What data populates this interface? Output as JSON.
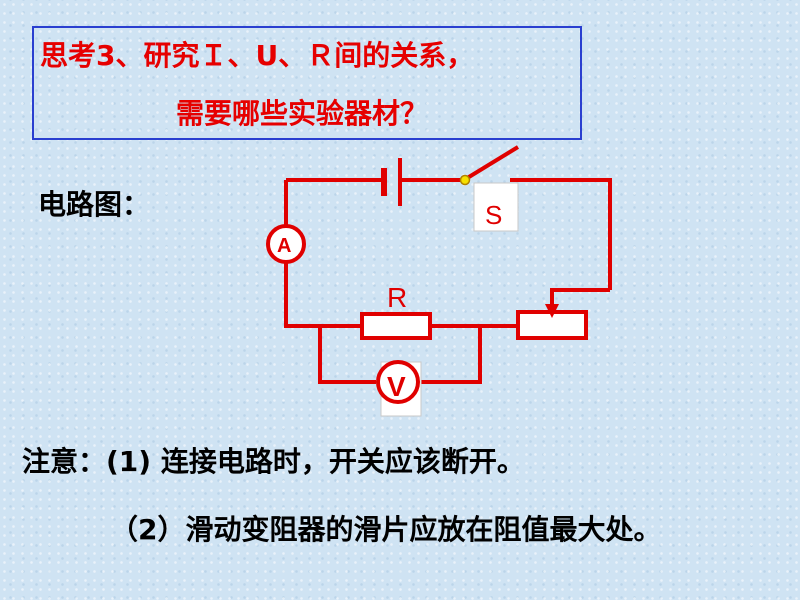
{
  "question": {
    "prefix": "思考3",
    "line1": "、研究Ｉ、U、Ｒ间的关系，",
    "line2": "需要哪些实验器材？"
  },
  "diagram": {
    "label": "电路图：",
    "switch_label": "S",
    "ammeter_label": "A",
    "resistor_label": "R",
    "voltmeter_label": "V",
    "wire_color": "#e00000"
  },
  "notes": {
    "note1": "注意：(1)  连接电路时，开关应该断开。",
    "note2": "（2）滑动变阻器的滑片应放在阻值最大处。"
  }
}
